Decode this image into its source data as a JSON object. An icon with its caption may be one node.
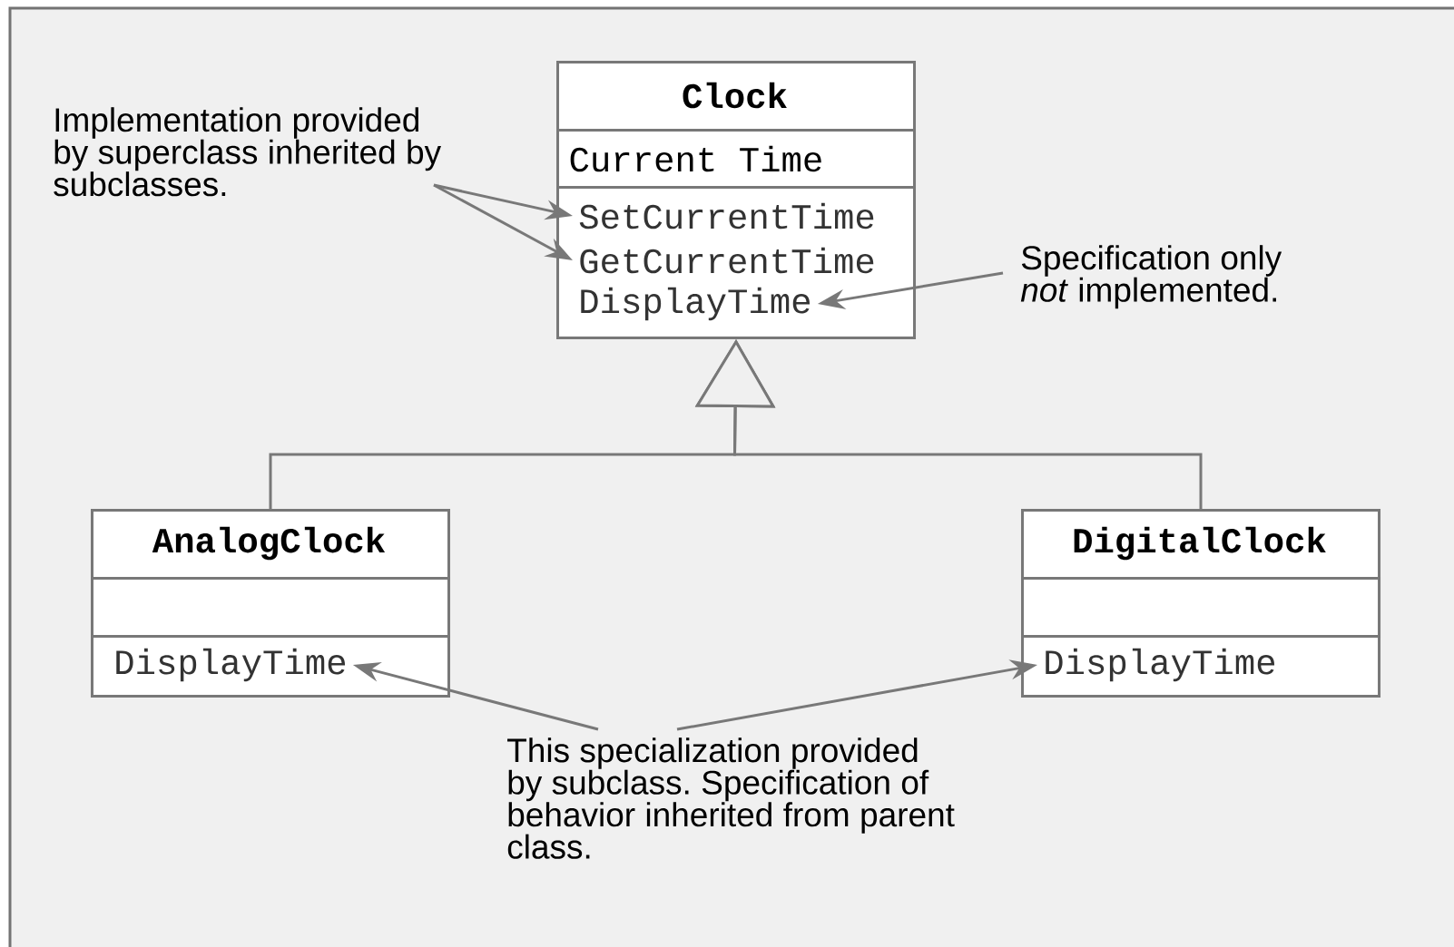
{
  "diagram": {
    "nodes": [
      {
        "text": [
          "Clock"
        ]
      },
      {
        "text": [
          "Current Time"
        ],
        "in": 0
      },
      {
        "text": [
          "SetCurrentTime"
        ],
        "in": 0
      },
      {
        "text": [
          "GetCurrentTime"
        ],
        "in": 0
      },
      {
        "text": [
          "DisplayTime"
        ],
        "in": 0
      },
      {
        "text": [
          "AnalogClock"
        ]
      },
      {
        "text": [],
        "shape": "box",
        "in": 5
      },
      {
        "text": [
          "DisplayTime"
        ],
        "in": 5
      },
      {
        "text": [
          "DigitalClock"
        ]
      },
      {
        "text": [],
        "shape": "box",
        "in": 8
      },
      {
        "text": [
          "DisplayTime"
        ],
        "in": 8
      },
      {
        "text": [
          "Implementation provided by superclass inherited by subclasses."
        ]
      },
      {
        "text": [
          "Specification only *not* implemented."
        ]
      },
      {
        "text": [
          "This specialization provided by subclass. Specification of behavior inherited from parent class."
        ]
      }
    ],
    "edges": [
      {
        "from": 5,
        "to": 0,
        "arrow": "to"
      },
      {
        "from": 8,
        "to": 0,
        "arrow": "to"
      },
      {
        "from": 11,
        "to": 2,
        "arrow": "to"
      },
      {
        "from": 11,
        "to": 3,
        "arrow": "to"
      },
      {
        "from": 12,
        "to": 4,
        "arrow": "to"
      },
      {
        "from": 13,
        "to": 7,
        "arrow": "to"
      },
      {
        "from": 13,
        "to": 10,
        "arrow": "to"
      }
    ]
  }
}
